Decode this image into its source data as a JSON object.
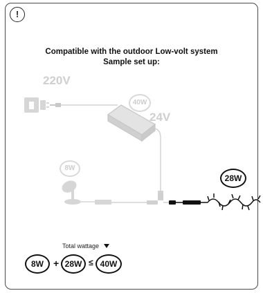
{
  "header": {
    "warning_symbol": "!",
    "line1": "Compatible with the outdoor Low-volt system",
    "line2": "Sample set up:"
  },
  "diagram": {
    "mains_label": "220V",
    "transformer_watt": "40W",
    "low_volt_label": "24V",
    "spotlight_watt": "8W",
    "string_lights_watt": "28W"
  },
  "equation": {
    "total_label": "Total wattage",
    "term1": "8W",
    "plus": "+",
    "term2": "28W",
    "le": "≤",
    "result": "40W"
  },
  "colors": {
    "light_gray": "#d3d3d3",
    "dark": "#111111"
  }
}
